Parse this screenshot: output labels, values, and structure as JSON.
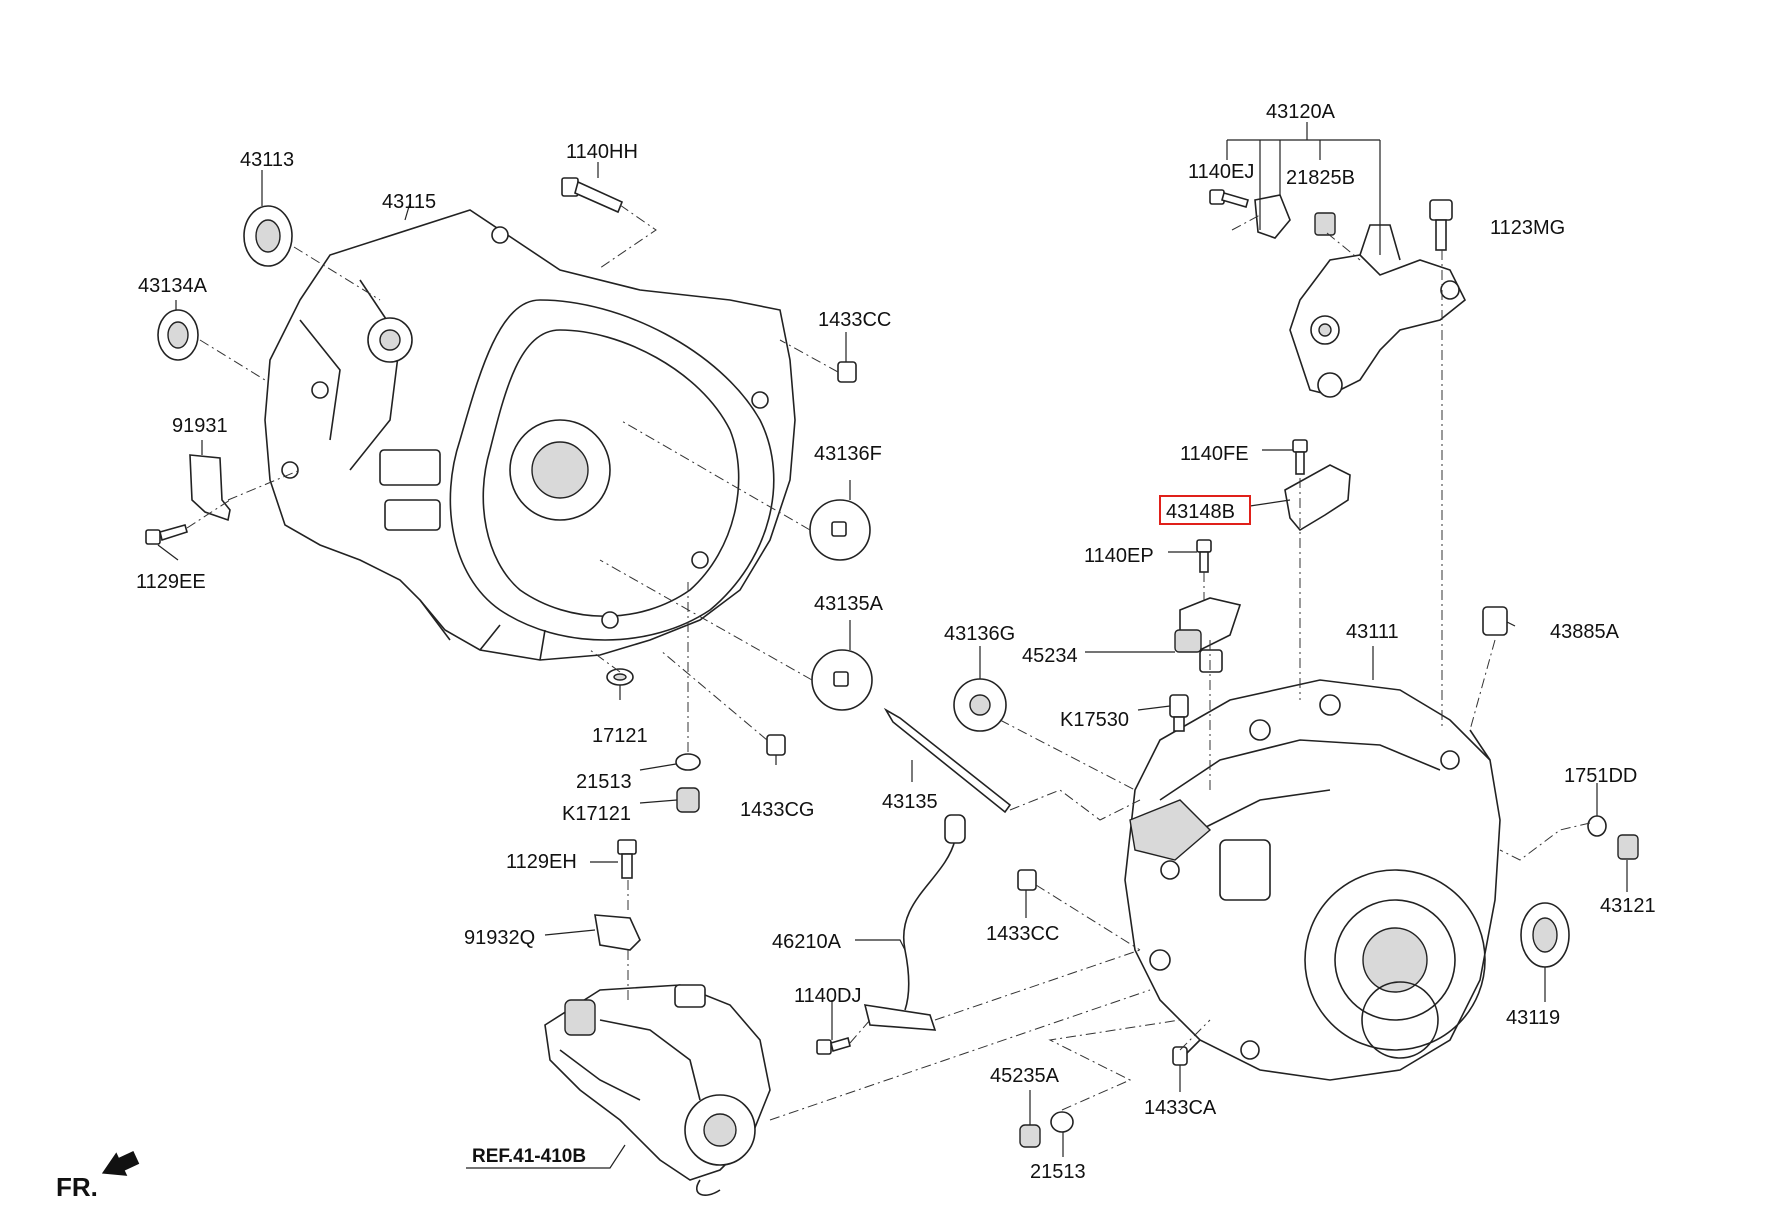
{
  "parts": {
    "p43120A": "43120A",
    "p1140EJ": "1140EJ",
    "p21825B": "21825B",
    "p1123MG": "1123MG",
    "p43113": "43113",
    "p1140HH": "1140HH",
    "p43115": "43115",
    "p43134A": "43134A",
    "p1433CC_top": "1433CC",
    "p91931": "91931",
    "p43136F": "43136F",
    "p1129EE": "1129EE",
    "p1140FE": "1140FE",
    "p43148B": "43148B",
    "p1140EP": "1140EP",
    "p43135A": "43135A",
    "p43136G": "43136G",
    "p45234": "45234",
    "p43111": "43111",
    "p43885A": "43885A",
    "p17121": "17121",
    "p K17530": "K17530",
    "p21513_mid": "21513",
    "pK17121": "K17121",
    "p1433CG": "1433CG",
    "p43135": "43135",
    "p1751DD": "1751DD",
    "p1129EH": "1129EH",
    "p43121": "43121",
    "p91932Q": "91932Q",
    "p46210A": "46210A",
    "p1433CC_low": "1433CC",
    "p1140DJ": "1140DJ",
    "p43119": "43119",
    "p45235A": "45235A",
    "p1433CA": "1433CA",
    "p21513_low": "21513",
    "ref_label": "REF.41-410B",
    "fr_label": "FR."
  },
  "colors": {
    "highlight": "#e0201a"
  }
}
